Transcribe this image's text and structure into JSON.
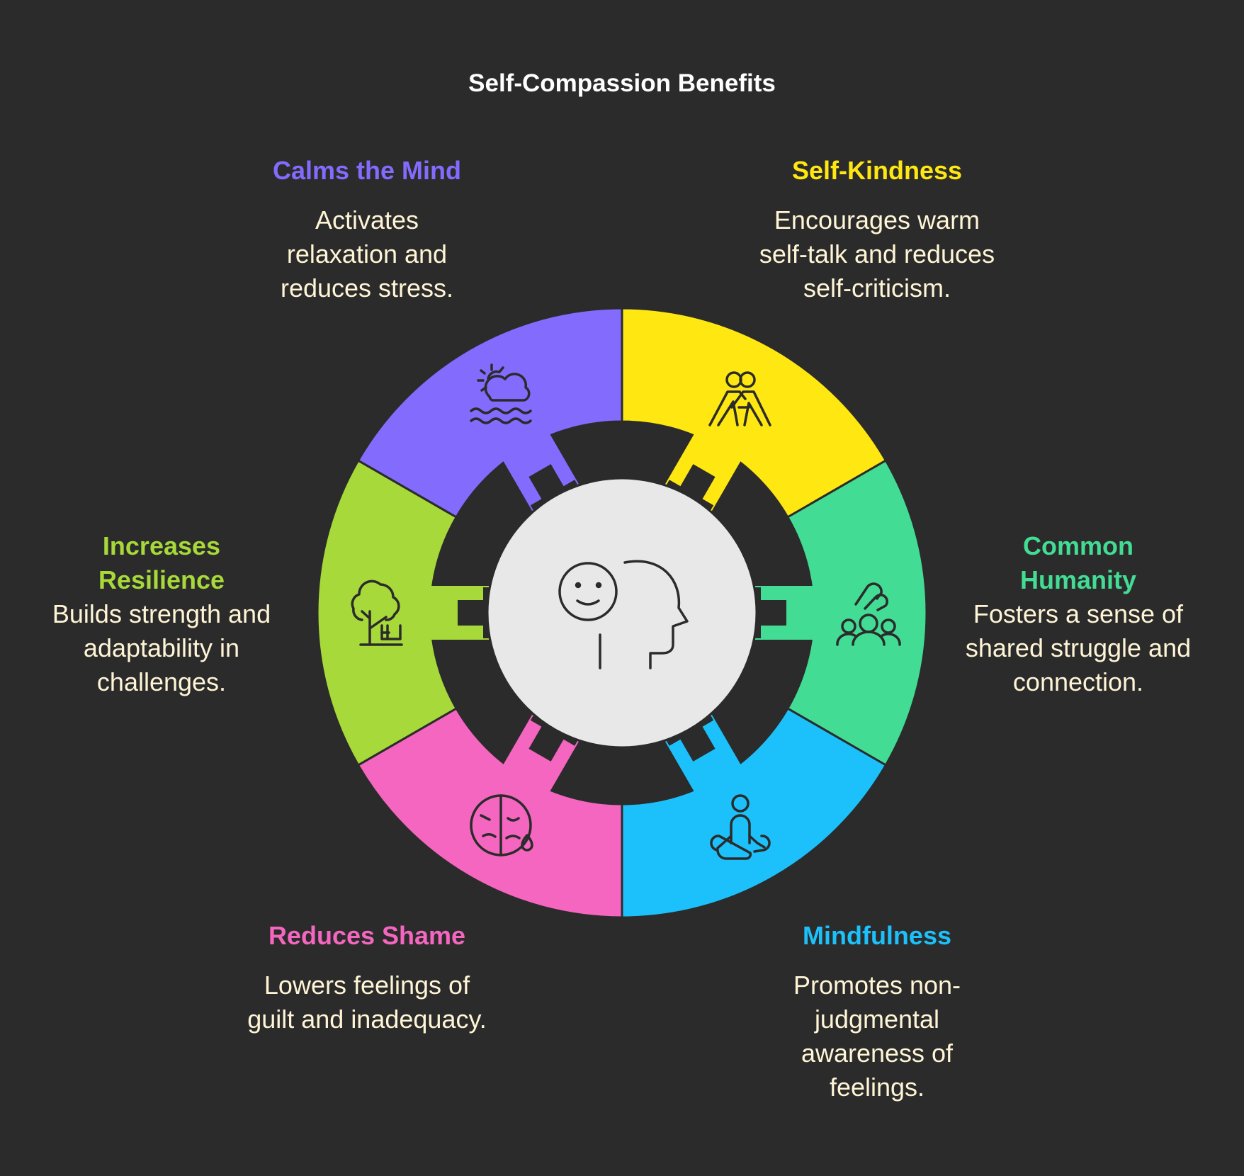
{
  "title": "Self-Compassion Benefits",
  "colors": {
    "background": "#2b2b2b",
    "hub": "#e8e8e8",
    "description_text": "#fff5d6"
  },
  "segments": [
    {
      "heading": "Self-Kindness",
      "description": "Encourages warm self-talk and reduces self-criticism.",
      "color": "#ffe712",
      "icon": "hug-icon"
    },
    {
      "heading": "Common Humanity",
      "description": "Fosters a sense of shared struggle and connection.",
      "color": "#43dc94",
      "icon": "community-icon"
    },
    {
      "heading": "Mindfulness",
      "description": "Promotes non-judgmental awareness of feelings.",
      "color": "#1cc1fb",
      "icon": "meditation-icon"
    },
    {
      "heading": "Reduces Shame",
      "description": "Lowers feelings of guilt and inadequacy.",
      "color": "#f466bf",
      "icon": "sad-face-icon"
    },
    {
      "heading": "Increases Resilience",
      "description": "Builds strength and adaptability in challenges.",
      "color": "#a6d939",
      "icon": "tree-icon"
    },
    {
      "heading": "Calms the Mind",
      "description": "Activates relaxation and reduces stress.",
      "color": "#836bfd",
      "icon": "sunset-waves-icon"
    }
  ],
  "center": {
    "icon": "head-smile-icon"
  }
}
